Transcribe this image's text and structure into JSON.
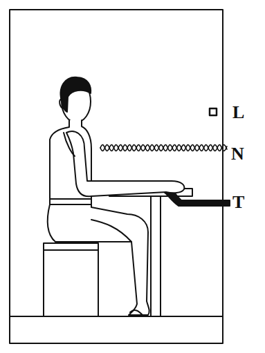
{
  "diagram": {
    "labels": [
      "L",
      "N",
      "T"
    ]
  }
}
